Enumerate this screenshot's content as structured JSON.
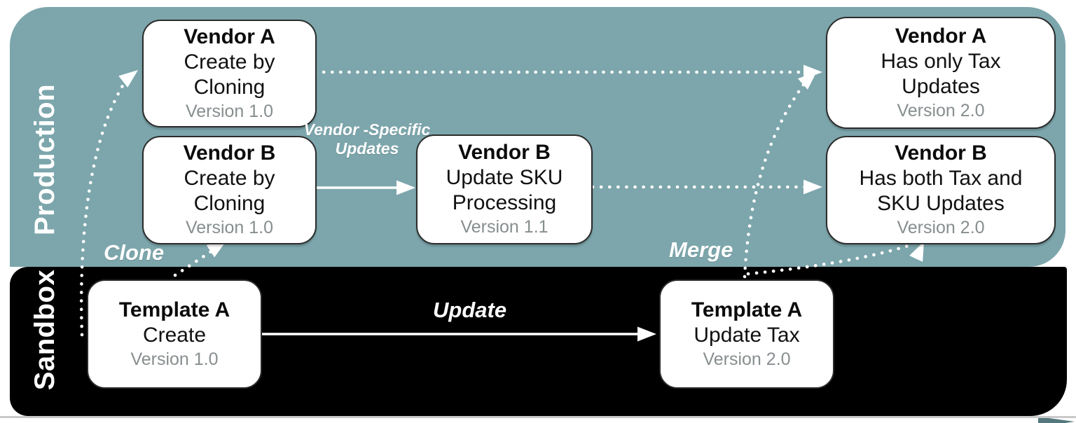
{
  "diagram": {
    "lanes": {
      "production": {
        "label": "Production"
      },
      "sandbox": {
        "label": "Sandbox"
      }
    },
    "nodes": {
      "vendor_a_clone": {
        "title": "Vendor A",
        "line1": "Create by",
        "line2": "Cloning",
        "version": "Version 1.0"
      },
      "vendor_b_clone": {
        "title": "Vendor B",
        "line1": "Create by",
        "line2": "Cloning",
        "version": "Version 1.0"
      },
      "vendor_b_sku": {
        "title": "Vendor B",
        "line1": "Update SKU",
        "line2": "Processing",
        "version": "Version 1.1"
      },
      "vendor_a_final": {
        "title": "Vendor A",
        "line1": "Has only Tax",
        "line2": "Updates",
        "version": "Version 2.0"
      },
      "vendor_b_final": {
        "title": "Vendor B",
        "line1": "Has both Tax and",
        "line2": "SKU Updates",
        "version": "Version 2.0"
      },
      "template_a_create": {
        "title": "Template A",
        "line1": "Create",
        "version": "Version 1.0"
      },
      "template_a_update": {
        "title": "Template A",
        "line1": "Update Tax",
        "version": "Version 2.0"
      }
    },
    "edge_labels": {
      "clone": "Clone",
      "vendor_specific_line1": "Vendor -Specific",
      "vendor_specific_line2": "Updates",
      "update": "Update",
      "merge": "Merge"
    }
  },
  "colors": {
    "production_bg": "#7CA6AC",
    "sandbox_bg": "#000000",
    "node_bg": "#FFFFFF",
    "node_border": "#2B2B2B",
    "version_text": "#878E8F",
    "arrow": "#FFFFFF",
    "baseline": "#C9C9C9",
    "timeline_arrow": "#54787D"
  }
}
